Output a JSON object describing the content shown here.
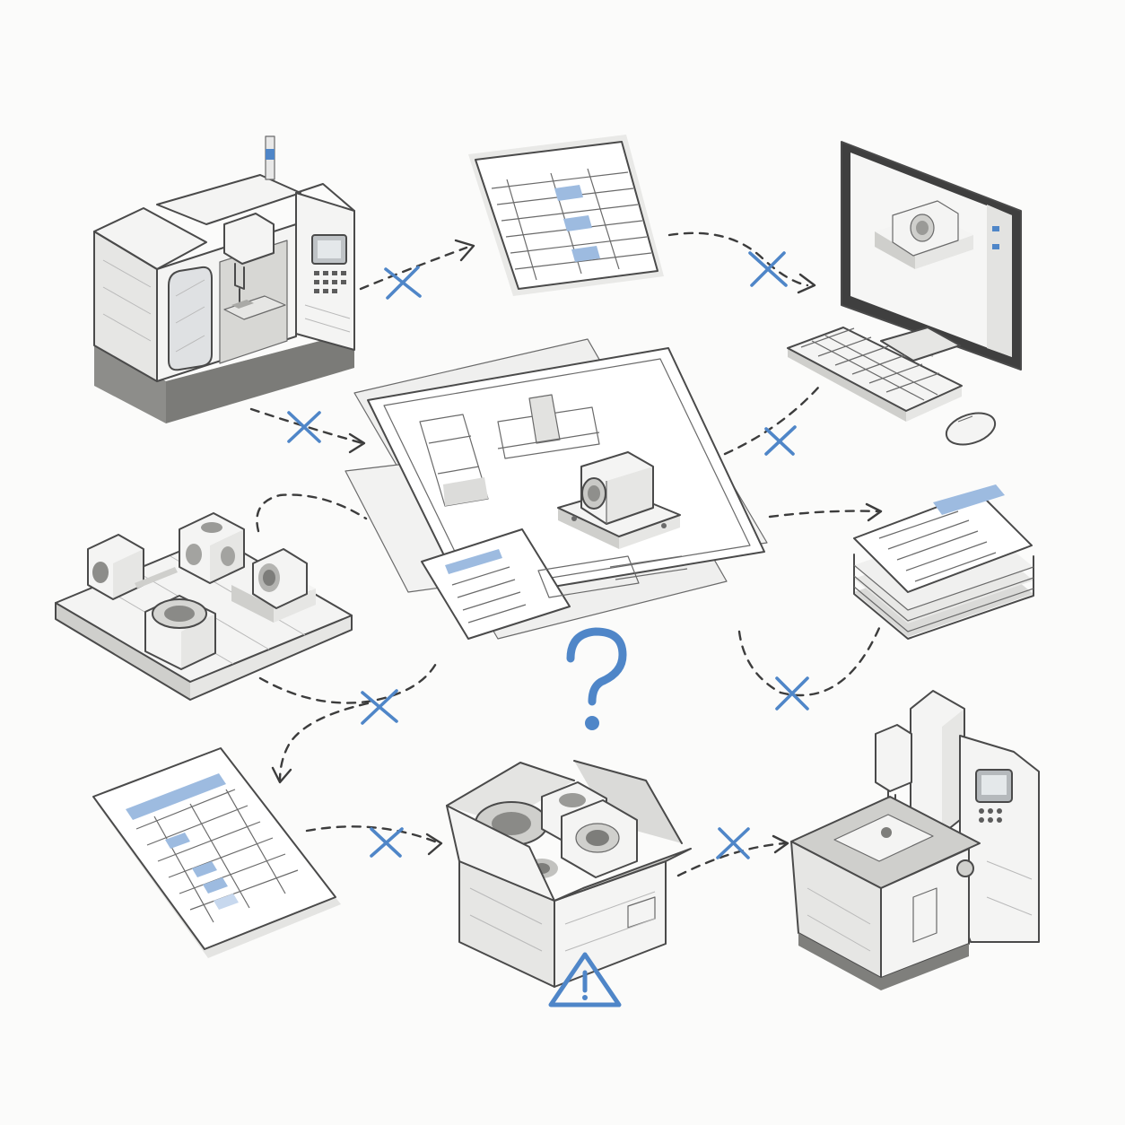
{
  "colors": {
    "ink": "#4a4a4a",
    "accent_blue": "#4f86c8",
    "paper": "#ffffff",
    "background": "#fbfbfa"
  },
  "icons": {
    "center": "technical-drawings-stack-icon",
    "question": "question-mark-icon",
    "warning": "warning-triangle-icon"
  },
  "nodes": [
    {
      "id": "cnc",
      "icon": "cnc-machining-center-icon"
    },
    {
      "id": "spreadsheet-top",
      "icon": "spreadsheet-sheet-icon"
    },
    {
      "id": "cad",
      "icon": "cad-workstation-icon"
    },
    {
      "id": "parts",
      "icon": "machined-parts-on-fixture-icon"
    },
    {
      "id": "reports",
      "icon": "stacked-reports-icon"
    },
    {
      "id": "inspection-sheets",
      "icon": "inspection-sheets-icon"
    },
    {
      "id": "parts-box",
      "icon": "open-box-of-parts-icon"
    },
    {
      "id": "cmm",
      "icon": "measuring-machine-icon"
    }
  ],
  "links": [
    {
      "from": "cnc",
      "to": "spreadsheet-top",
      "status": "broken"
    },
    {
      "from": "spreadsheet-top",
      "to": "cad",
      "status": "broken"
    },
    {
      "from": "cnc",
      "to": "center",
      "status": "broken"
    },
    {
      "from": "center",
      "to": "cad",
      "status": "broken"
    },
    {
      "from": "parts",
      "to": "center",
      "status": "open"
    },
    {
      "from": "center",
      "to": "reports",
      "status": "open"
    },
    {
      "from": "parts",
      "to": "inspection-sheets",
      "status": "broken"
    },
    {
      "from": "inspection-sheets",
      "to": "parts-box",
      "status": "broken"
    },
    {
      "from": "parts-box",
      "to": "cmm",
      "status": "broken"
    },
    {
      "from": "center",
      "to": "cmm",
      "status": "broken"
    }
  ]
}
